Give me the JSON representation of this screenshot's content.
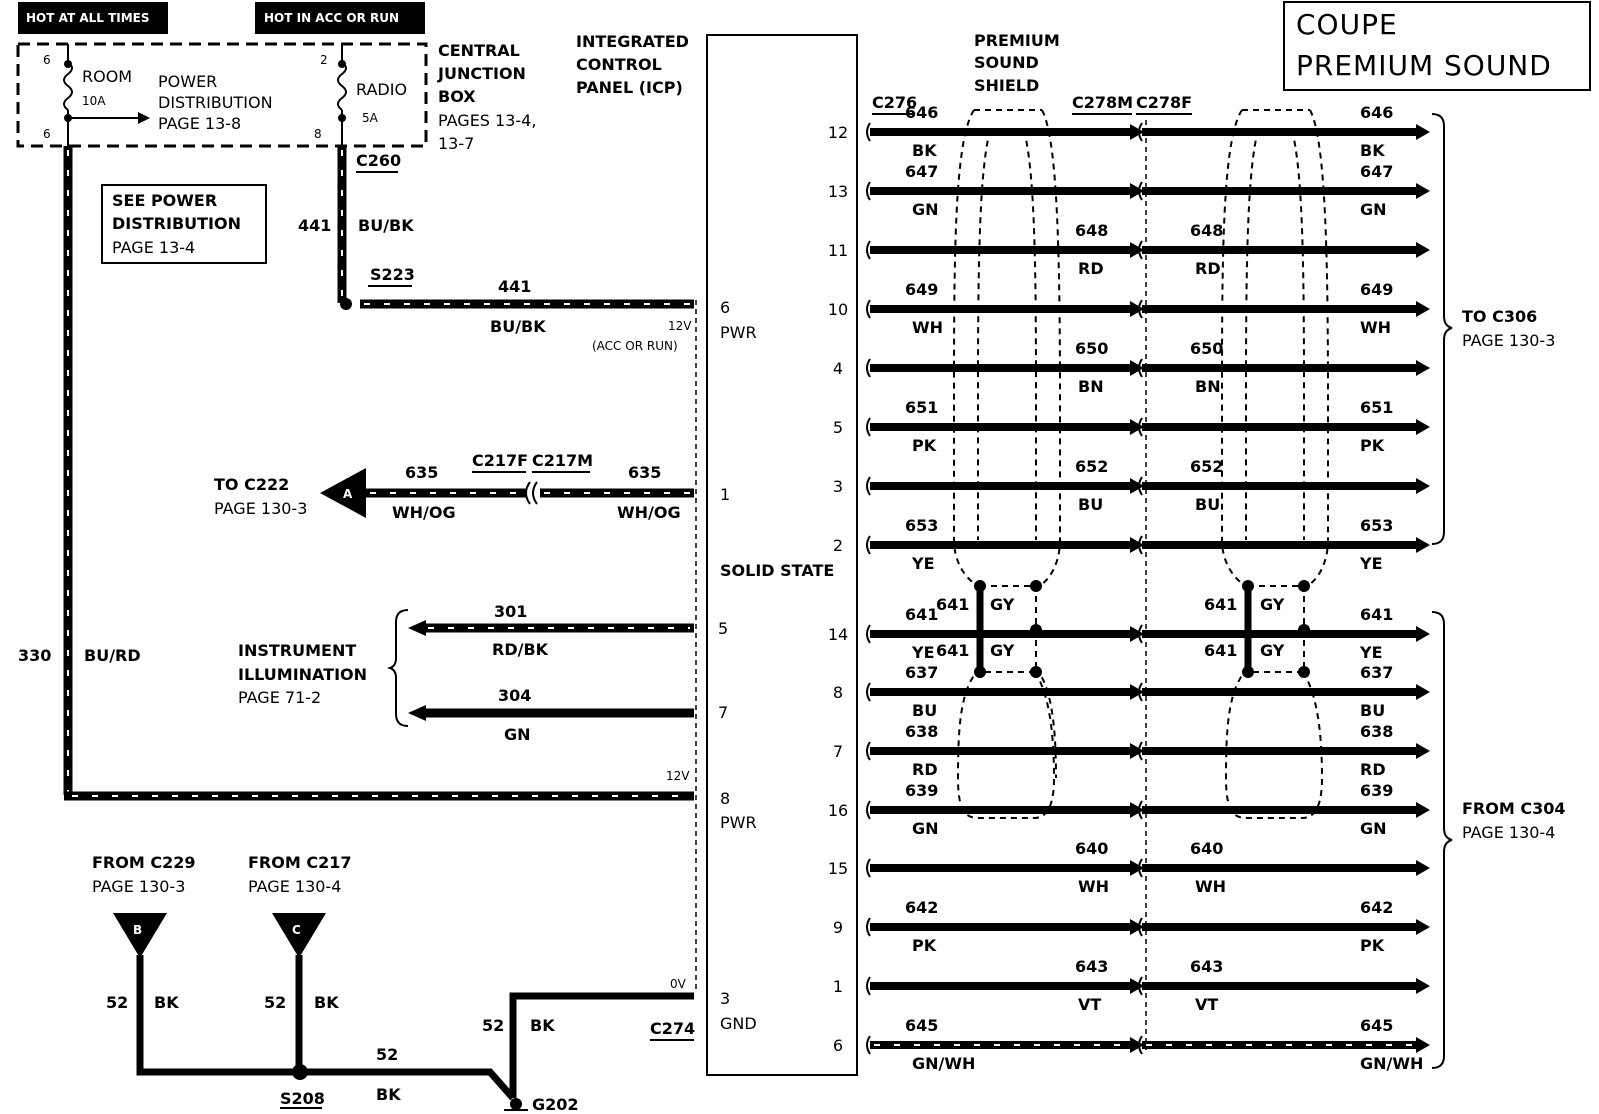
{
  "title": {
    "line1": "COUPE",
    "line2": "PREMIUM SOUND"
  },
  "hot_labels": {
    "always": "HOT AT ALL TIMES",
    "acc_run": "HOT IN ACC OR RUN"
  },
  "cjb": {
    "room_label": "ROOM",
    "room_amp": "10A",
    "power_dist": [
      "POWER",
      "DISTRIBUTION",
      "PAGE 13-8"
    ],
    "radio_label": "RADIO",
    "radio_amp": "5A",
    "pins": [
      "6",
      "6",
      "2",
      "8"
    ],
    "title": [
      "CENTRAL",
      "JUNCTION",
      "BOX"
    ],
    "pages": [
      "PAGES 13-4,",
      "13-7"
    ]
  },
  "see_power": [
    "SEE POWER",
    "DISTRIBUTION",
    "PAGE 13-4"
  ],
  "icp": {
    "title": [
      "INTEGRATED",
      "CONTROL",
      "PANEL (ICP)"
    ],
    "solid_state": "SOLID STATE",
    "left_pins": [
      {
        "num": "6",
        "label": "PWR"
      },
      {
        "num": "1",
        "label": ""
      },
      {
        "num": "5",
        "label": ""
      },
      {
        "num": "7",
        "label": ""
      },
      {
        "num": "8",
        "label": "PWR"
      },
      {
        "num": "3",
        "label": "GND"
      }
    ],
    "right_pins": [
      "12",
      "13",
      "11",
      "10",
      "4",
      "5",
      "3",
      "2",
      "14",
      "8",
      "7",
      "16",
      "15",
      "9",
      "1",
      "6"
    ]
  },
  "left_circuits": {
    "c260": "C260",
    "w441": "441",
    "w441_color": "BU/BK",
    "s223": "S223",
    "w441b": "441",
    "w441b_color": "BU/BK",
    "v12a": "12V",
    "acc_run": "(ACC OR RUN)",
    "to_c222": "TO C222",
    "to_c222_page": "PAGE 130-3",
    "conn_a": "A",
    "w635a": "635",
    "w635b": "635",
    "w635_color_a": "WH/OG",
    "w635_color_b": "WH/OG",
    "c217f": "C217F",
    "c217m": "C217M",
    "w301": "301",
    "w301_color": "RD/BK",
    "w304": "304",
    "w304_color": "GN",
    "instr": [
      "INSTRUMENT",
      "ILLUMINATION",
      "PAGE 71-2"
    ],
    "w330": "330",
    "w330_color": "BU/RD",
    "v12b": "12V",
    "from_c229": [
      "FROM C229",
      "PAGE 130-3"
    ],
    "conn_b": "B",
    "from_c217": [
      "FROM C217",
      "PAGE 130-4"
    ],
    "conn_c": "C",
    "w52": "52",
    "bk": "BK",
    "s208": "S208",
    "g202": "G202",
    "v0": "0V",
    "c274": "C274"
  },
  "shield": {
    "label": [
      "PREMIUM",
      "SOUND",
      "SHIELD"
    ],
    "c276": "C276",
    "c278m": "C278M",
    "c278f": "C278F"
  },
  "outputs": [
    {
      "pin": "12",
      "num": "646",
      "color": "BK",
      "striped": false
    },
    {
      "pin": "13",
      "num": "647",
      "color": "GN",
      "striped": false
    },
    {
      "pin": "11",
      "num": "648",
      "color": "RD",
      "striped": false
    },
    {
      "pin": "10",
      "num": "649",
      "color": "WH",
      "striped": false
    },
    {
      "pin": "4",
      "num": "650",
      "color": "BN",
      "striped": false
    },
    {
      "pin": "5",
      "num": "651",
      "color": "PK",
      "striped": false
    },
    {
      "pin": "3",
      "num": "652",
      "color": "BU",
      "striped": false
    },
    {
      "pin": "2",
      "num": "653",
      "color": "YE",
      "striped": false
    },
    {
      "pin": "14",
      "num": "641",
      "color": "YE",
      "striped": false
    },
    {
      "pin": "8",
      "num": "637",
      "color": "BU",
      "striped": false
    },
    {
      "pin": "7",
      "num": "638",
      "color": "RD",
      "striped": false
    },
    {
      "pin": "16",
      "num": "639",
      "color": "GN",
      "striped": false
    },
    {
      "pin": "15",
      "num": "640",
      "color": "WH",
      "striped": false
    },
    {
      "pin": "9",
      "num": "642",
      "color": "PK",
      "striped": false
    },
    {
      "pin": "1",
      "num": "643",
      "color": "VT",
      "striped": false
    },
    {
      "pin": "6",
      "num": "645",
      "color": "GN/WH",
      "striped": true
    }
  ],
  "gy_labels": {
    "num": "641",
    "color": "GY"
  },
  "to_c306": [
    "TO C306",
    "PAGE 130-3"
  ],
  "from_c304": [
    "FROM C304",
    "PAGE 130-4"
  ]
}
